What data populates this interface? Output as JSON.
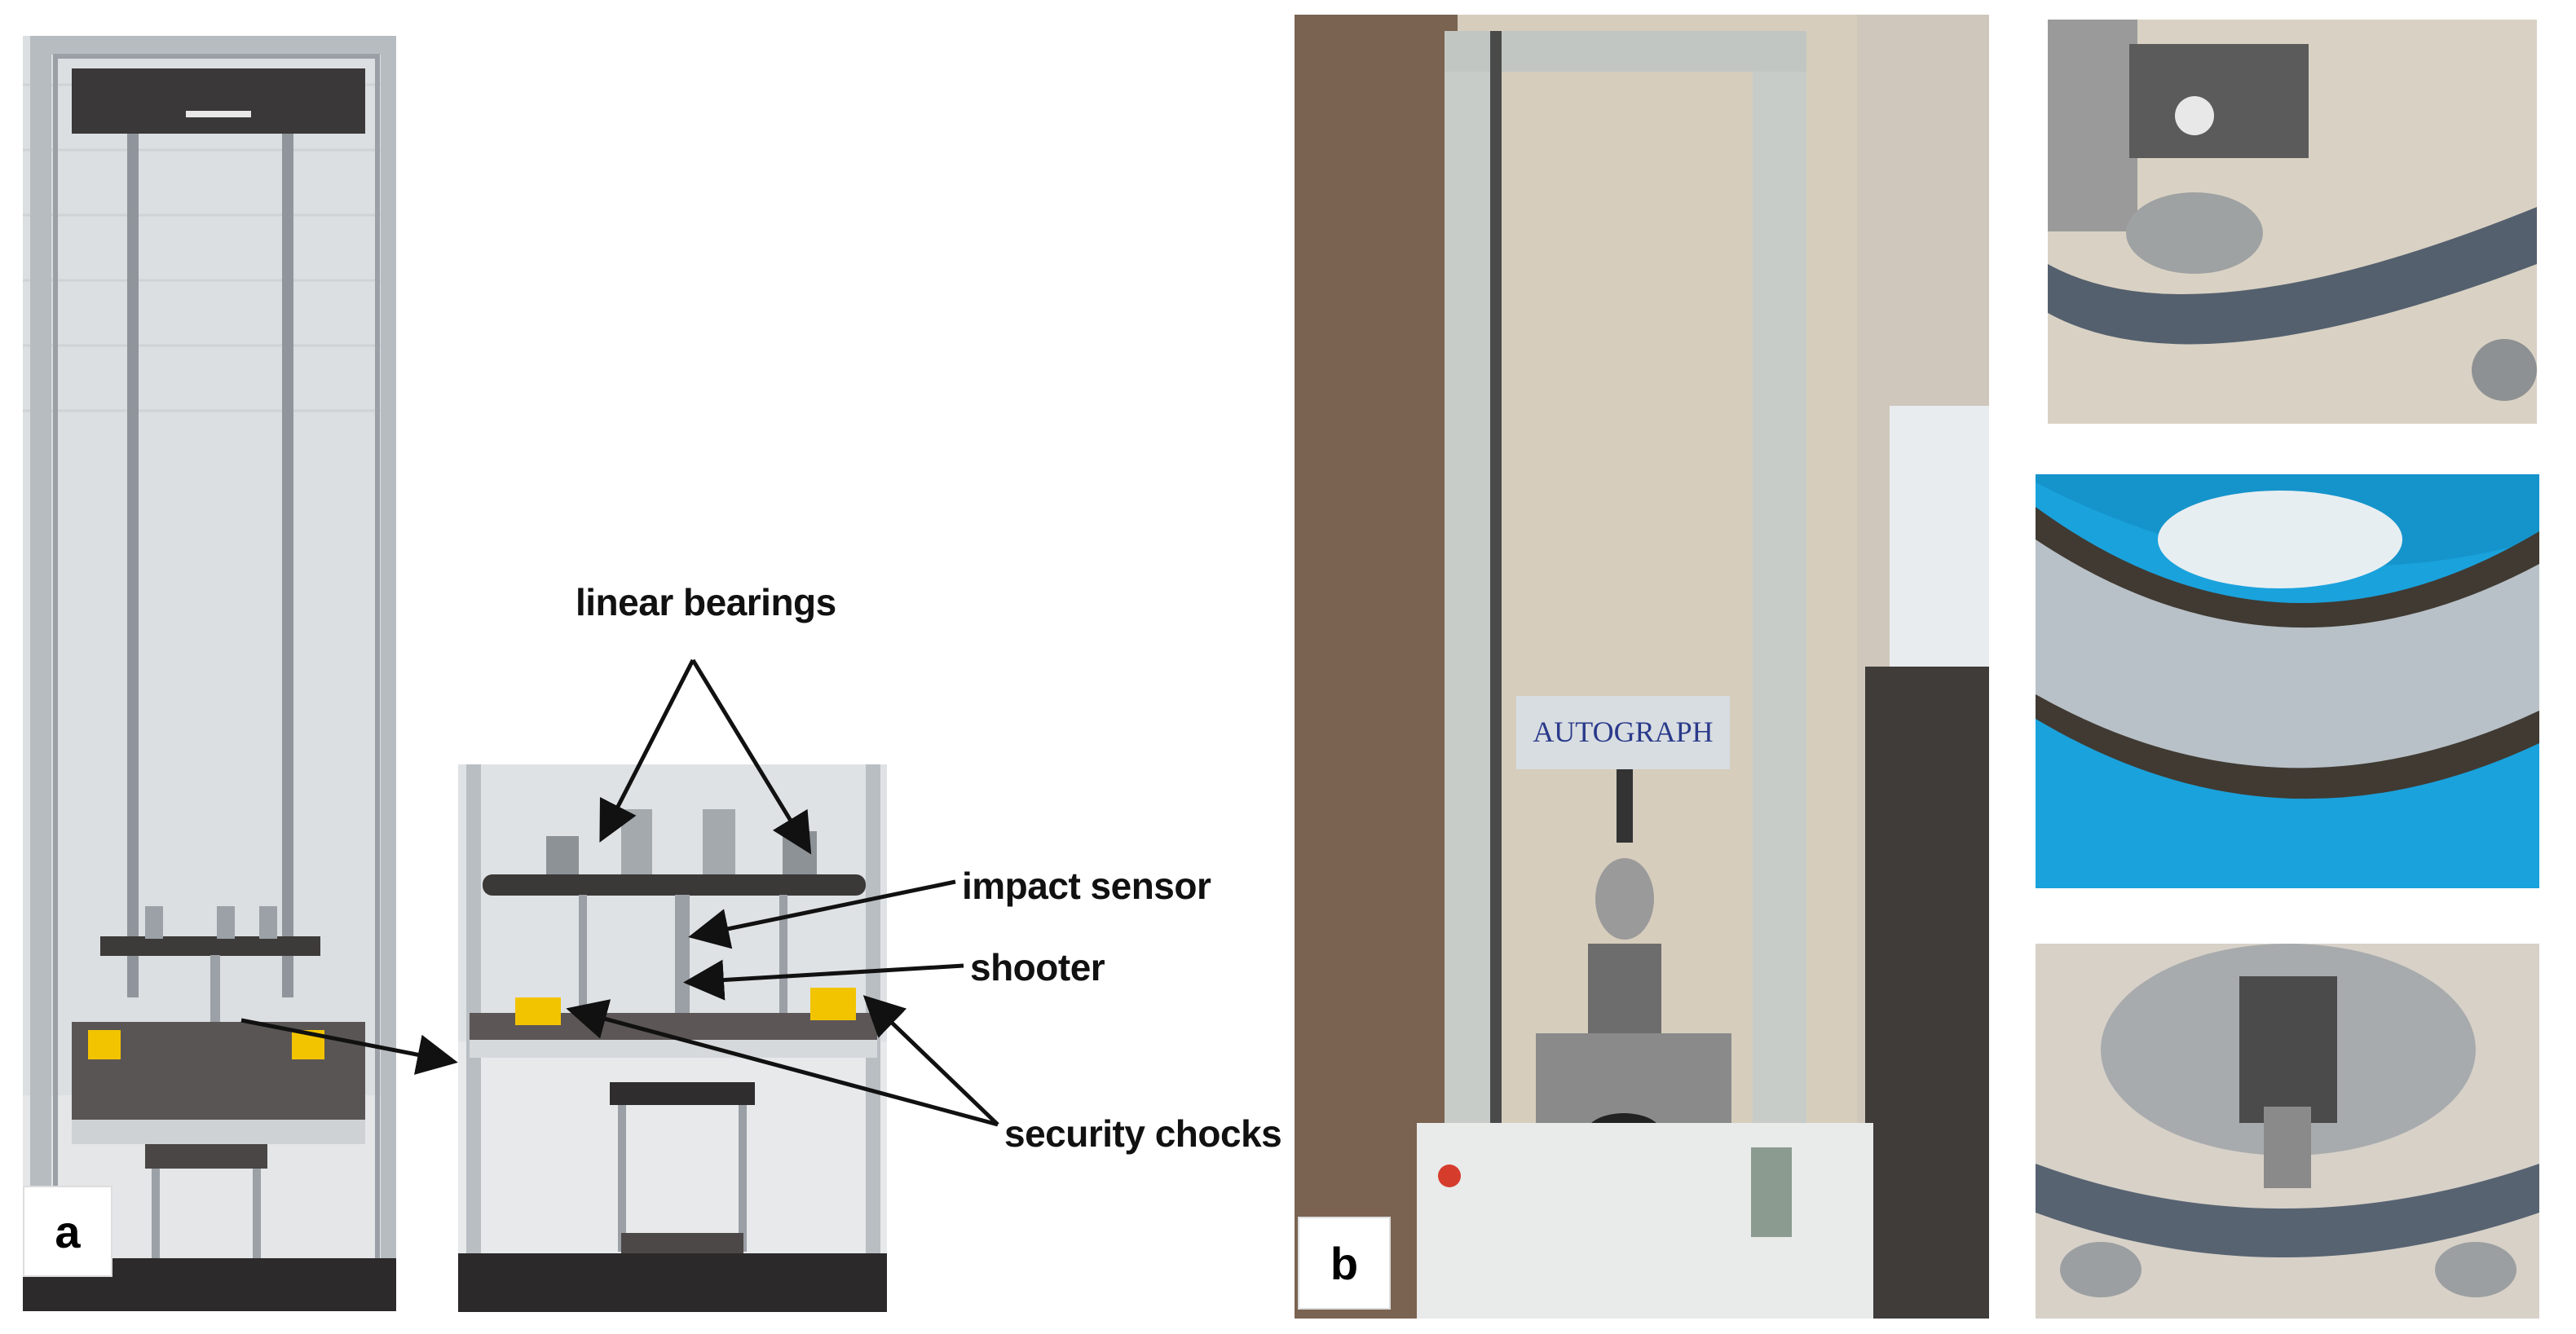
{
  "panels": {
    "a": {
      "label": "a"
    },
    "b": {
      "label": "b"
    }
  },
  "annotations": {
    "linear_bearings": "linear bearings",
    "impact_sensor": "impact sensor",
    "shooter": "shooter",
    "security_chocks": "security chocks"
  },
  "machine": {
    "brand_label": "AUTOGRAPH"
  },
  "colors": {
    "frame": "#c9cdd2",
    "chock_yellow": "#f2c400",
    "specimen_blue": "#1aa2dc",
    "plate_dark": "#3d3a3a"
  }
}
